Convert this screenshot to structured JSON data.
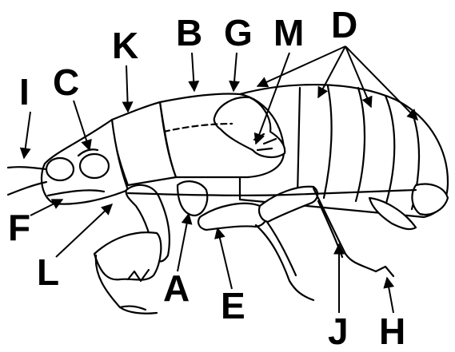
{
  "labels": {
    "I": "I",
    "C": "C",
    "K": "K",
    "B": "B",
    "G": "G",
    "M": "M",
    "D": "D",
    "F": "F",
    "L": "L",
    "A": "A",
    "E": "E",
    "J": "J",
    "H": "H"
  },
  "colors": {
    "ink": "#000000",
    "background": "#ffffff"
  }
}
